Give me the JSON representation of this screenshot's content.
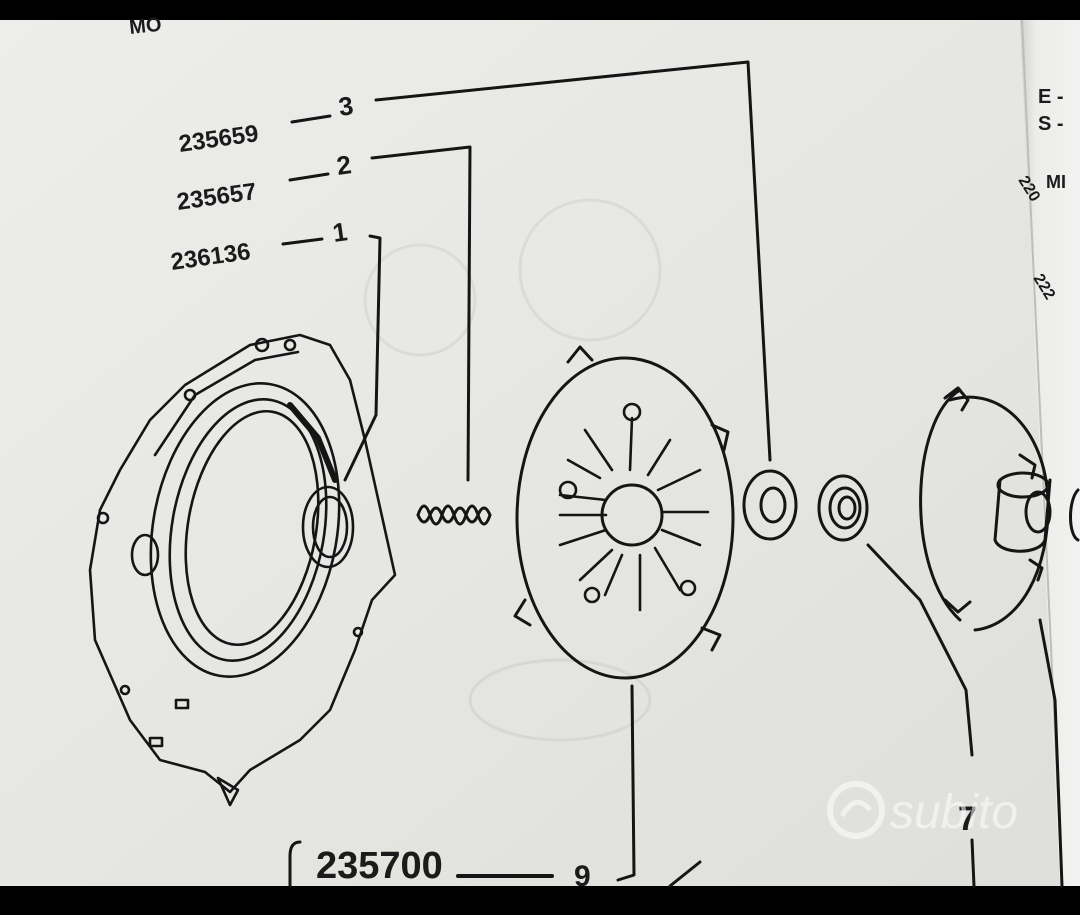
{
  "callouts": [
    {
      "part_number": "235659",
      "item": "3"
    },
    {
      "part_number": "235657",
      "item": "2"
    },
    {
      "part_number": "236136",
      "item": "1"
    },
    {
      "part_number": "235700",
      "item": "9"
    },
    {
      "part_number": "",
      "item": "7"
    }
  ],
  "watermark": "subito",
  "page_fragments": [
    "220",
    "222",
    "MI"
  ]
}
